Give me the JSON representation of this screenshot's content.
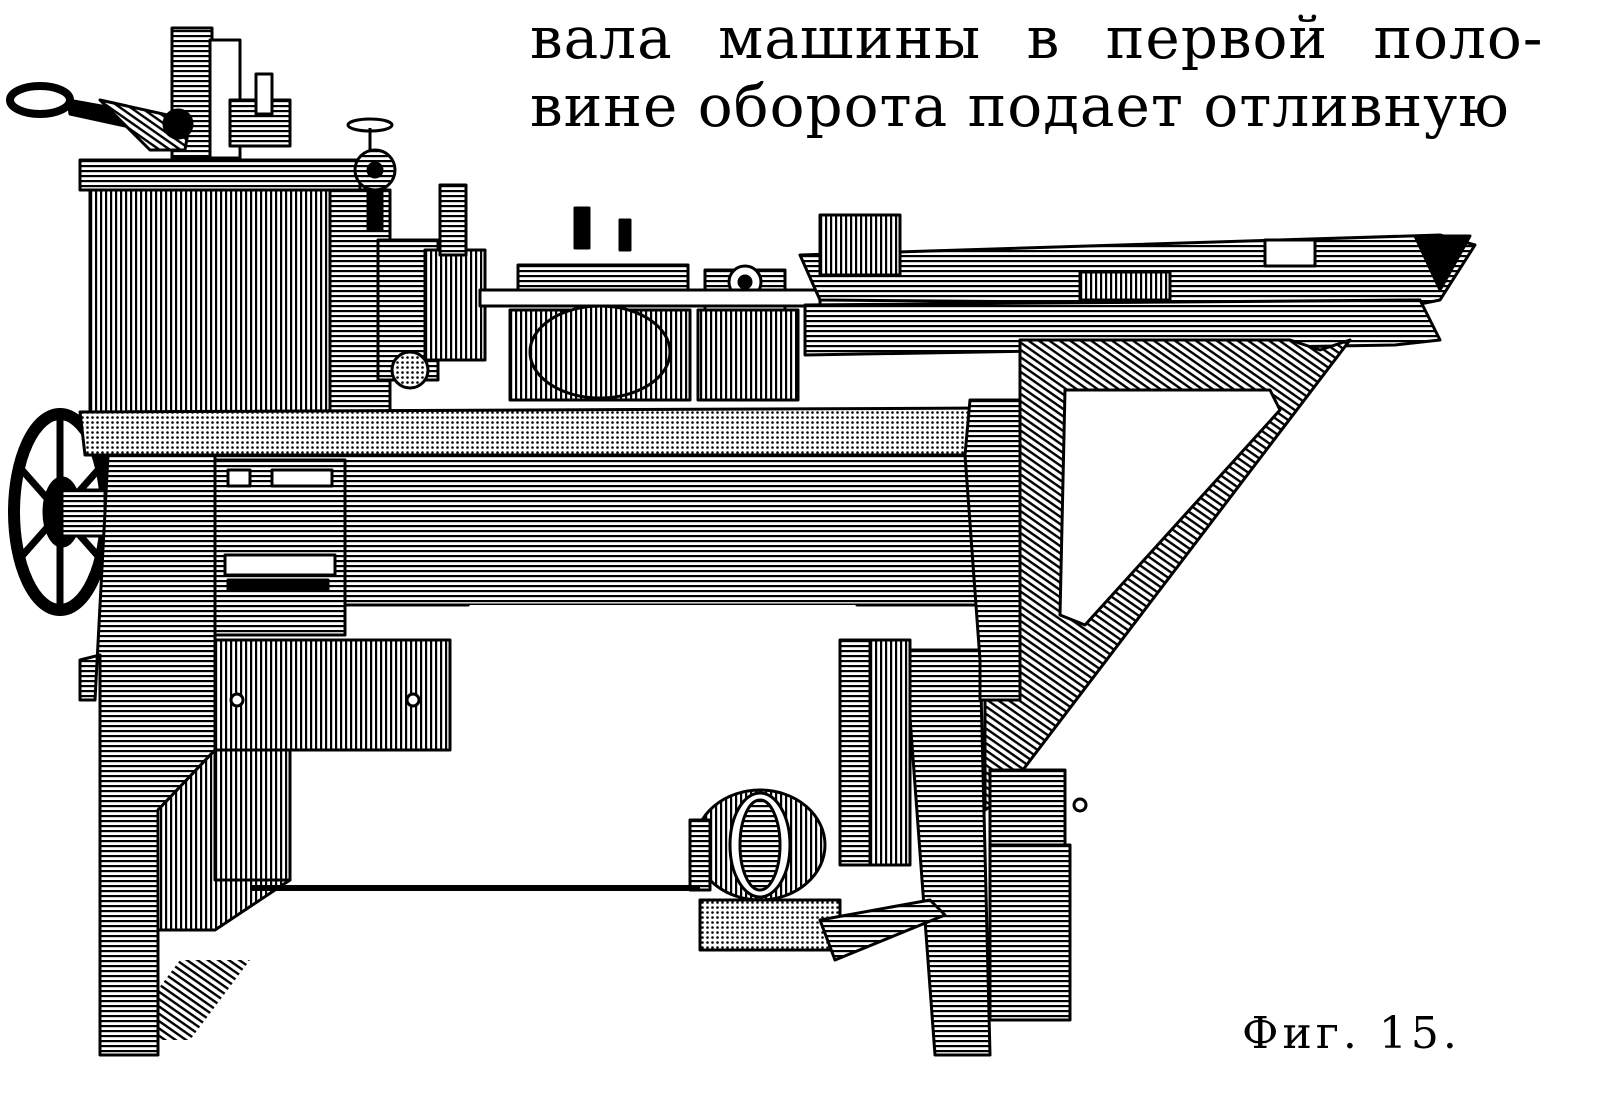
{
  "text": {
    "line1": "вала машины в первой поло-",
    "line2": "вине оборота подает отливную"
  },
  "figure": {
    "caption": "Фиг. 15."
  }
}
